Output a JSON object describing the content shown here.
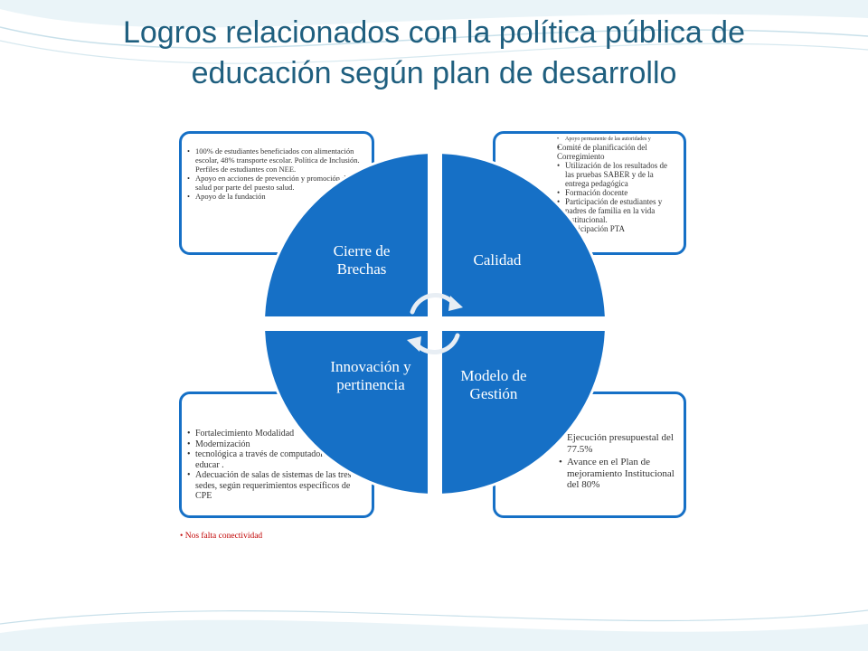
{
  "title": {
    "line1": "Logros relacionados con la política pública de",
    "line2": "educación según plan de desarrollo"
  },
  "colors": {
    "accent": "#1670c6",
    "title": "#1f5f7f",
    "note": "#c00000"
  },
  "quadrants": {
    "top_left": "Cierre de Brechas",
    "top_right": "Calidad",
    "bottom_left": "Innovación y pertinencia",
    "bottom_right": "Modelo de Gestión"
  },
  "boxes": {
    "top_left": {
      "items": [
        "100% de estudiantes beneficiados con alimentación escolar, 48% transporte escolar. Política de Inclusión. Perfiles de estudiantes con NEE.",
        "Apoyo en acciones de prevención y promoción de salud por parte del puesto salud.",
        "Apoyo de la fundación"
      ]
    },
    "top_right": {
      "items": [
        "Apoyo permanente de las autoridades y",
        "Comité de planificación del Corregimiento",
        "Utilización de los resultados de las pruebas SABER y de la entrega pedagógica",
        "Formación docente",
        "Participación de estudiantes y padres de familia en la vida institucional.",
        "Participación PTA"
      ]
    },
    "bottom_left": {
      "items": [
        "Fortalecimiento Modalidad",
        "Modernización",
        "tecnológica a través de computadores para educar .",
        "Adecuación de salas de sistemas de las tres sedes, según requerimientos específicos de CPE"
      ]
    },
    "bottom_right": {
      "items": [
        "Ejecución presupuestal del 77.5%",
        "Avance en el Plan de mejoramiento Institucional del 80%"
      ]
    }
  },
  "note": "Nos falta conectividad"
}
